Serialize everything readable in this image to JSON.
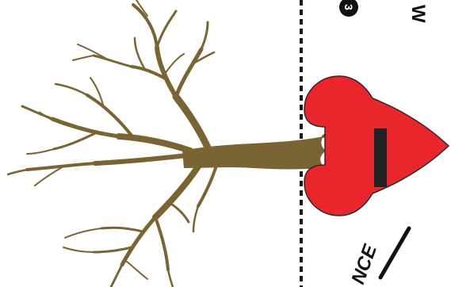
{
  "labels": {
    "step_badge": "3",
    "top_right_fragment": "W",
    "rotated_text_fragment": "NCE",
    "heart_mark": "I"
  },
  "colors": {
    "heart": "#e8262b",
    "heart_outline": "#2a2a2a",
    "tree": "#7a6433",
    "dashed_line": "#1a1a1a",
    "badge": "#111111",
    "mark": "#222222"
  },
  "icons": {
    "tree": "bare-tree-icon",
    "heart": "heart-icon",
    "badge": "step-badge-icon"
  }
}
